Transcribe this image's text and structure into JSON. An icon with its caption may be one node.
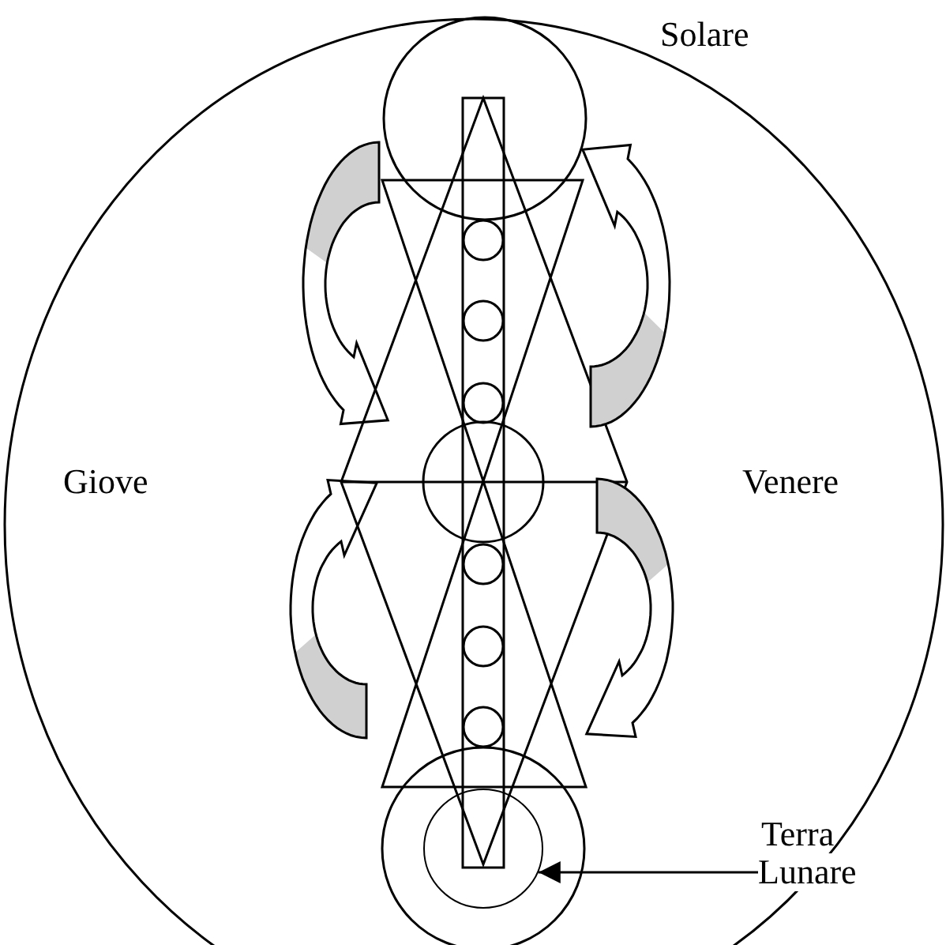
{
  "diagram": {
    "nodes": [
      {
        "text": [
          "Lunare"
        ]
      },
      {
        "text": [],
        "shape": "circle"
      }
    ],
    "edges": [
      {
        "from": 0,
        "to": 1,
        "arrow": "to"
      }
    ],
    "labels": [
      "Solare",
      "Giove",
      "Venere",
      "Terra"
    ]
  }
}
